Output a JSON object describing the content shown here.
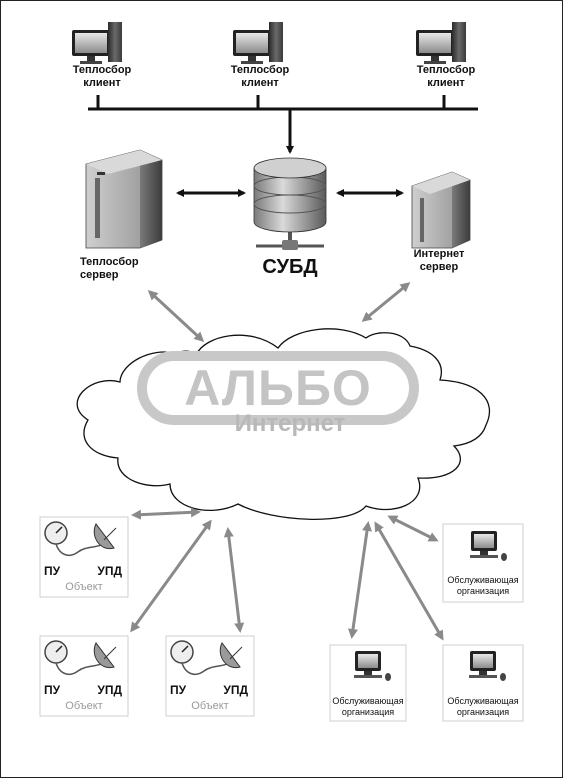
{
  "clients": [
    {
      "line1": "Теплосбор",
      "line2": "клиент"
    },
    {
      "line1": "Теплосбор",
      "line2": "клиент"
    },
    {
      "line1": "Теплосбор",
      "line2": "клиент"
    }
  ],
  "server": {
    "line1": "Теплосбор",
    "line2": "сервер"
  },
  "dbms": {
    "label": "СУБД"
  },
  "web_server": {
    "line1": "Интернет",
    "line2": "сервер"
  },
  "cloud": {
    "logo": "АЛЬБО",
    "label": "Интернет"
  },
  "objects": [
    {
      "meter": "ПУ",
      "device": "УПД",
      "caption": "Объект"
    },
    {
      "meter": "ПУ",
      "device": "УПД",
      "caption": "Объект"
    },
    {
      "meter": "ПУ",
      "device": "УПД",
      "caption": "Объект"
    }
  ],
  "service_orgs": [
    {
      "line1": "Обслуживающая",
      "line2": "организация"
    },
    {
      "line1": "Обслуживающая",
      "line2": "организация"
    },
    {
      "line1": "Обслуживающая",
      "line2": "организация"
    }
  ]
}
